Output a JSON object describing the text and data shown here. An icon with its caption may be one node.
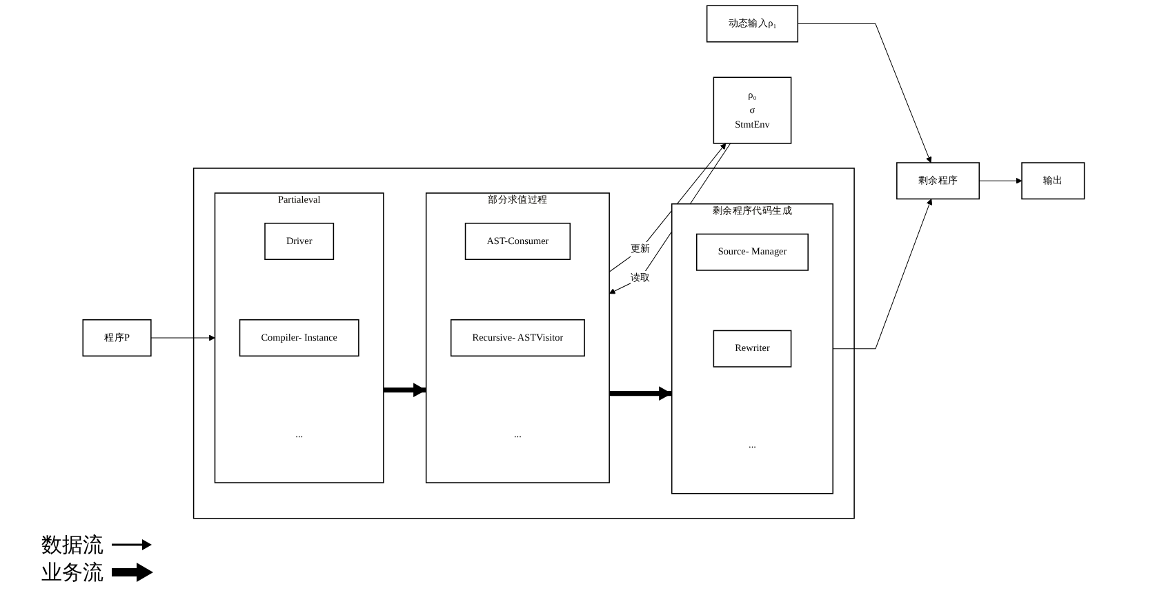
{
  "diagram": {
    "nodes": [
      {
        "text": [
          "程序P"
        ]
      },
      {
        "text": [
          "ρ₀",
          "σ",
          "StmtEnv"
        ]
      },
      {
        "text": [],
        "shape": "box"
      },
      {
        "text": [
          "Partialeval",
          "..."
        ],
        "in": 2
      },
      {
        "text": [
          "Driver"
        ],
        "in": 3
      },
      {
        "text": [
          "Compiler- Instance"
        ],
        "in": 3
      },
      {
        "text": [
          "部分求值过程",
          "..."
        ],
        "in": 2
      },
      {
        "text": [
          "AST-Consumer"
        ],
        "in": 6
      },
      {
        "text": [
          "Recursive- ASTVisitor"
        ],
        "in": 6
      },
      {
        "text": [
          "剩余程序代码生成",
          "..."
        ],
        "in": 2
      },
      {
        "text": [
          "Source- Manager"
        ],
        "in": 9
      },
      {
        "text": [
          "Rewriter"
        ],
        "in": 9
      },
      {
        "text": [
          "动态输入ρ₁"
        ]
      },
      {
        "text": [
          "剩余程序"
        ]
      },
      {
        "text": [
          "输出"
        ]
      }
    ],
    "edges": [
      {
        "from": 0,
        "to": 3,
        "arrow": "to"
      },
      {
        "from": 6,
        "to": 1,
        "arrow": "to",
        "label": "更新"
      },
      {
        "from": 1,
        "to": 6,
        "arrow": "to",
        "label": "读取"
      },
      {
        "from": 3,
        "to": 6,
        "arrow": "to",
        "style": "thick"
      },
      {
        "from": 6,
        "to": 9,
        "arrow": "to",
        "style": "thick"
      },
      {
        "from": 9,
        "to": 13,
        "arrow": "to"
      },
      {
        "from": 12,
        "to": 13,
        "arrow": "to"
      },
      {
        "from": 13,
        "to": 14,
        "arrow": "to"
      }
    ],
    "legend": [
      {
        "text": "数据流"
      },
      {
        "text": "业务流"
      }
    ]
  }
}
